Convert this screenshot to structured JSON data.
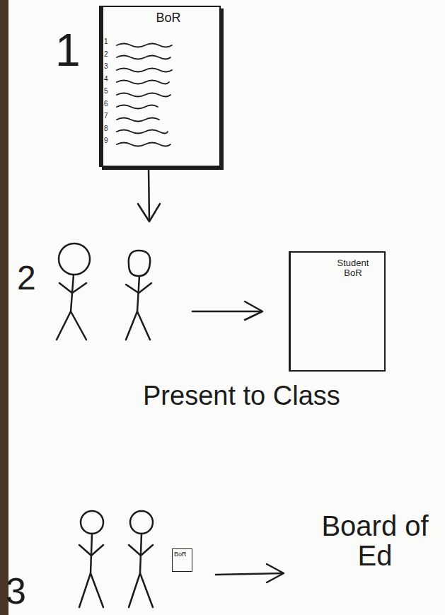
{
  "diagram": {
    "nodes": [
      {
        "text": [
          "BoR",
          "1",
          "2",
          "3",
          "4",
          "5",
          "6",
          "7",
          "8",
          "9"
        ]
      },
      {
        "text": [
          "Student BoR"
        ]
      },
      {
        "text": [
          "BoR"
        ]
      }
    ],
    "labels": [
      "1",
      "2",
      "Present to Class",
      "3",
      "Board of Ed"
    ]
  }
}
